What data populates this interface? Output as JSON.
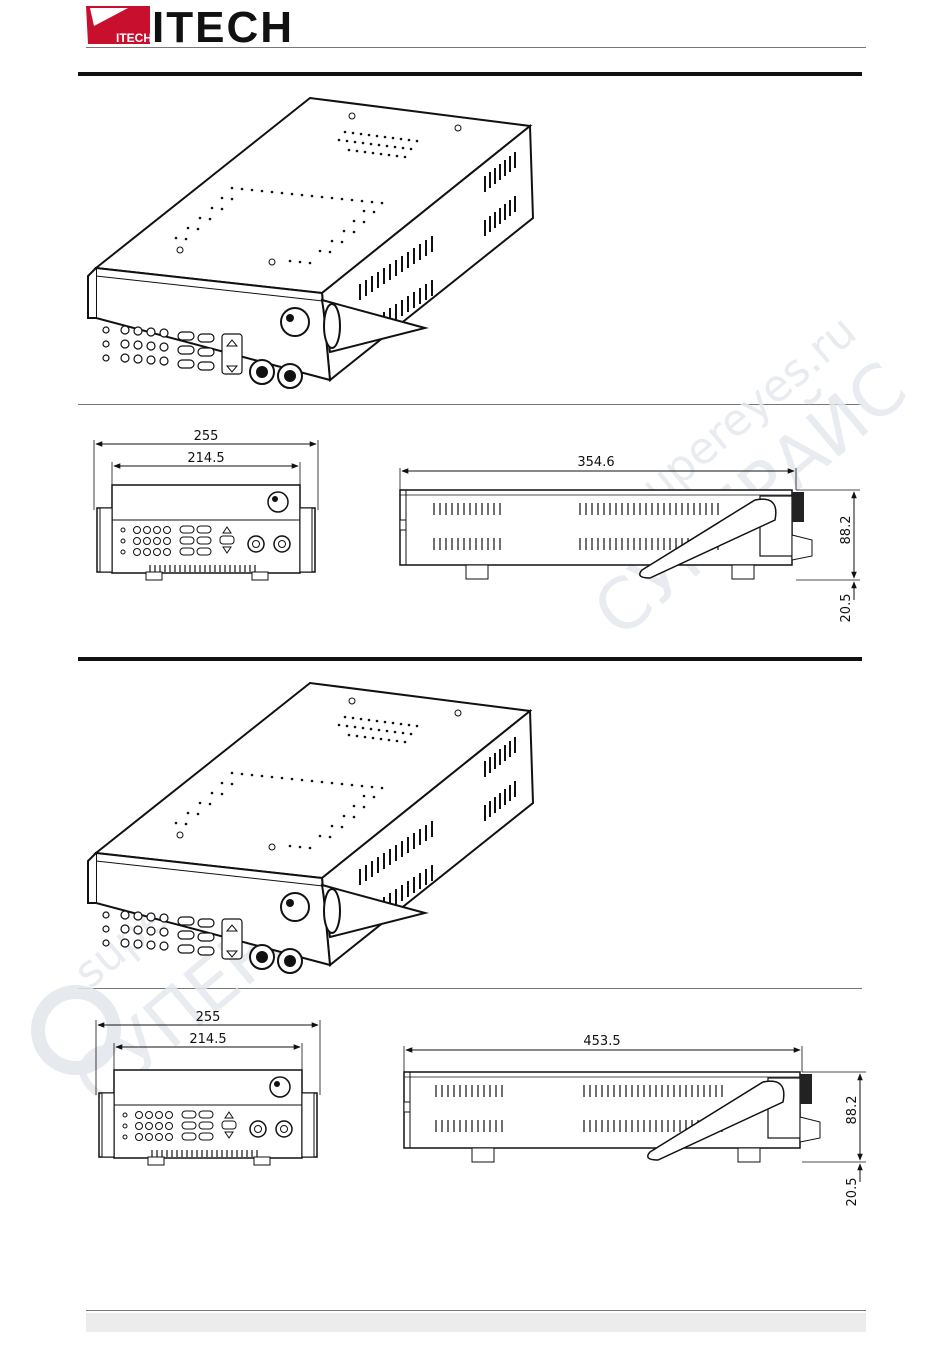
{
  "header": {
    "brand_name": "ITECH",
    "logo_small_text": "ITECH"
  },
  "watermark": {
    "site": "supereyes.ru",
    "name": "СУПЕРАЙС"
  },
  "sections": [
    {
      "front_view": {
        "overall_width": "255",
        "panel_width": "214.5"
      },
      "side_view": {
        "length": "354.6",
        "height": "88.2",
        "foot_height": "20.5"
      }
    },
    {
      "front_view": {
        "overall_width": "255",
        "panel_width": "214.5"
      },
      "side_view": {
        "length": "453.5",
        "height": "88.2",
        "foot_height": "20.5"
      }
    }
  ],
  "colors": {
    "brand_red": "#c8102e",
    "line": "#111111",
    "watermark": "#e6eaee"
  }
}
